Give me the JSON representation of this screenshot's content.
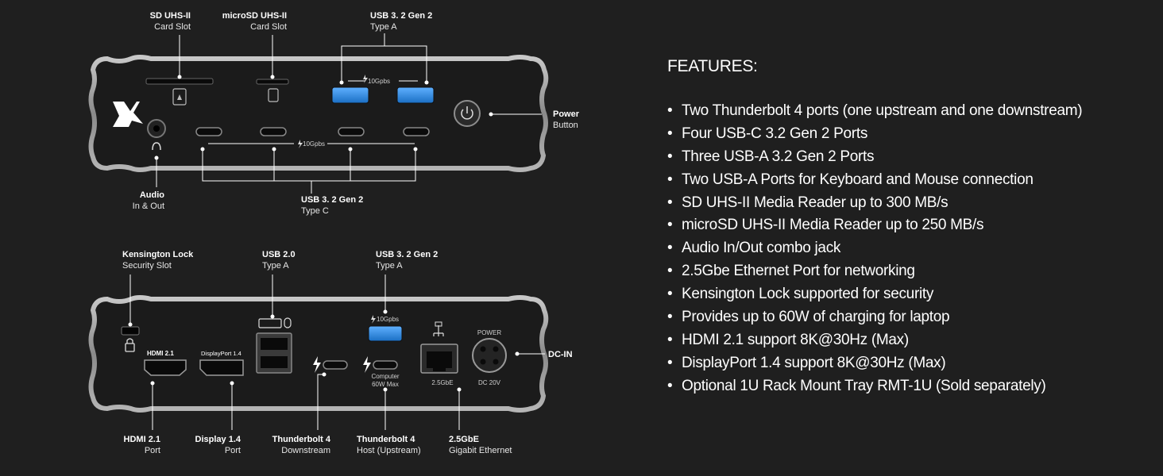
{
  "front_panel": {
    "sd_slot": {
      "title": "SD UHS-II",
      "sub": "Card Slot"
    },
    "microsd_slot": {
      "title": "microSD UHS-II",
      "sub": "Card Slot"
    },
    "usb_a_top": {
      "title": "USB 3. 2 Gen 2",
      "sub": "Type A"
    },
    "speed_a": "10Gpbs",
    "speed_c": "10Gpbs",
    "power_button": {
      "title": "Power",
      "sub": "Button"
    },
    "audio": {
      "title": "Audio",
      "sub": "In & Out"
    },
    "usb_c": {
      "title": "USB 3. 2 Gen 2",
      "sub": "Type C"
    }
  },
  "rear_panel": {
    "kensington": {
      "title": "Kensington Lock",
      "sub": "Security Slot"
    },
    "usb20": {
      "title": "USB 2.0",
      "sub": "Type A"
    },
    "usb_a_rear": {
      "title": "USB 3. 2 Gen 2",
      "sub": "Type A"
    },
    "speed_rear": "10Gpbs",
    "hdmi_port_label": "HDMI 2.1",
    "dp_port_label": "DisplayPort 1.4",
    "computer_label": "Computer",
    "watt_label": "60W Max",
    "ethernet_port_label": "2.5GbE",
    "power_label": "POWER",
    "dc_label": "DC 20V",
    "dc_in": "DC-IN",
    "hdmi": {
      "title": "HDMI 2.1",
      "sub": "Port"
    },
    "display": {
      "title": "Display 1.4",
      "sub": "Port"
    },
    "tb_down": {
      "title": "Thunderbolt 4",
      "sub": "Downstream"
    },
    "tb_host": {
      "title": "Thunderbolt 4",
      "sub": "Host (Upstream)"
    },
    "ethernet": {
      "title": "2.5GbE",
      "sub": "Gigabit Ethernet"
    }
  },
  "features": {
    "heading": "FEATURES:",
    "items": [
      "Two Thunderbolt 4 ports (one upstream and one downstream)",
      "Four USB-C 3.2 Gen 2 Ports",
      "Three USB-A 3.2 Gen 2 Ports",
      "Two USB-A Ports for Keyboard and Mouse connection",
      "SD UHS-II Media Reader up to 300 MB/s",
      "microSD UHS-II Media Reader up to 250 MB/s",
      "Audio In/Out combo jack",
      "2.5Gbe Ethernet Port for networking",
      "Kensington Lock supported for security",
      "Provides up to 60W of charging for laptop",
      "HDMI 2.1 support 8K@30Hz (Max)",
      "DisplayPort 1.4 support 8K@30Hz (Max)",
      "Optional 1U Rack Mount Tray RMT-1U (Sold separately)"
    ]
  },
  "colors": {
    "background": "#1f1f1f",
    "panel": "#1c1c1c",
    "frame": "#9a9a9a",
    "usb_blue": "#2a8ae0"
  }
}
